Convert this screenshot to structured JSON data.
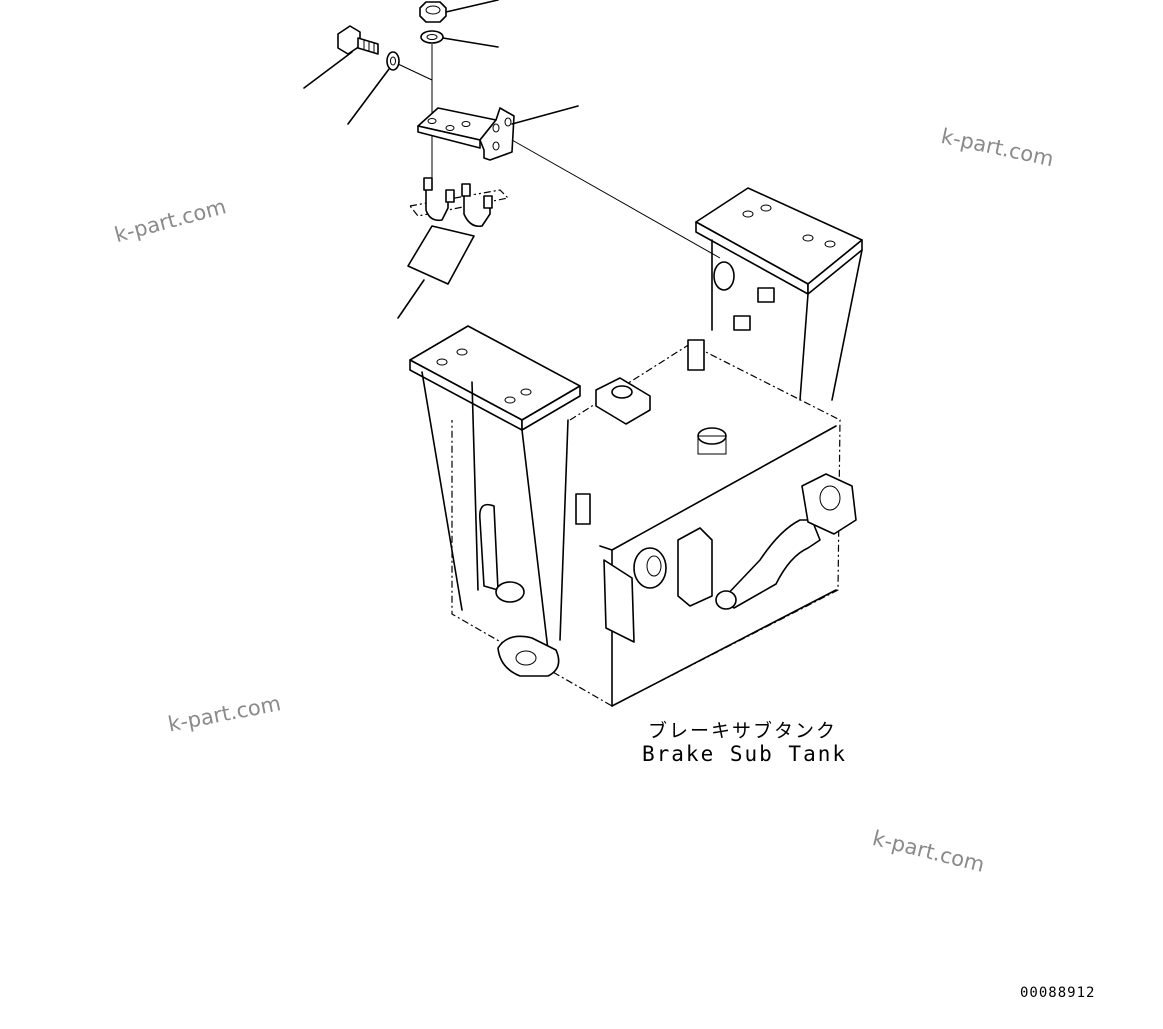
{
  "caption": {
    "japanese": "ブレーキサブタンク",
    "english": "Brake Sub Tank"
  },
  "drawing_number": "00088912",
  "watermarks": [
    "k-part.com",
    "k-part.com",
    "k-part.com",
    "k-part.com"
  ],
  "parts": [
    {
      "name": "nut"
    },
    {
      "name": "washer-upper"
    },
    {
      "name": "bolt"
    },
    {
      "name": "washer-lower"
    },
    {
      "name": "bracket"
    },
    {
      "name": "u-bolt-clamp"
    },
    {
      "name": "brake-sub-tank"
    }
  ]
}
